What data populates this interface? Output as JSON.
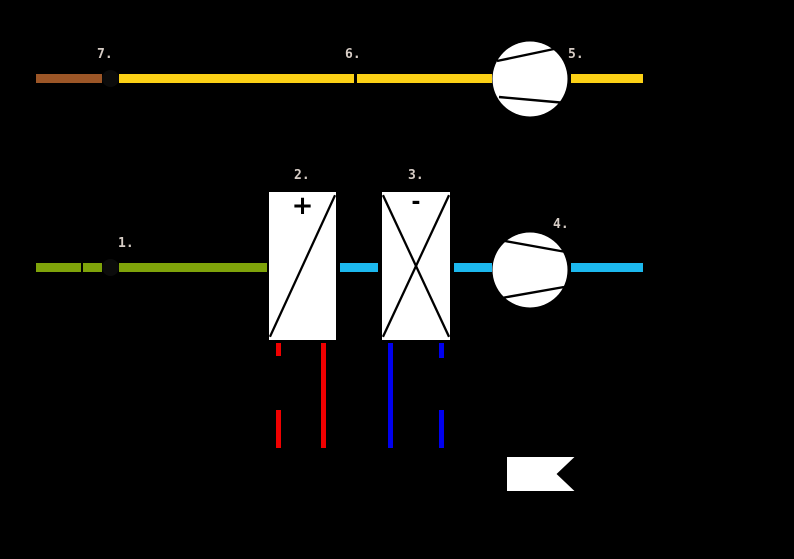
{
  "labels": {
    "n1": "1.",
    "n2": "2.",
    "n3": "3.",
    "n4": "4.",
    "n5": "5.",
    "n6": "6.",
    "n7": "7."
  },
  "signs": {
    "heater": "+",
    "cooler": "-"
  },
  "colors": {
    "background": "#000000",
    "label_text": "#D6CCC5",
    "duct_brown": "#9C5627",
    "duct_yellow": "#FCD116",
    "duct_green": "#7FA30A",
    "duct_cyan": "#1CB8EE",
    "pipe_red": "#F00000",
    "pipe_blue": "#0000EE",
    "shape_fill": "#FFFFFF",
    "line_stroke": "#000000",
    "damper_dot": "#0B0B0B"
  }
}
